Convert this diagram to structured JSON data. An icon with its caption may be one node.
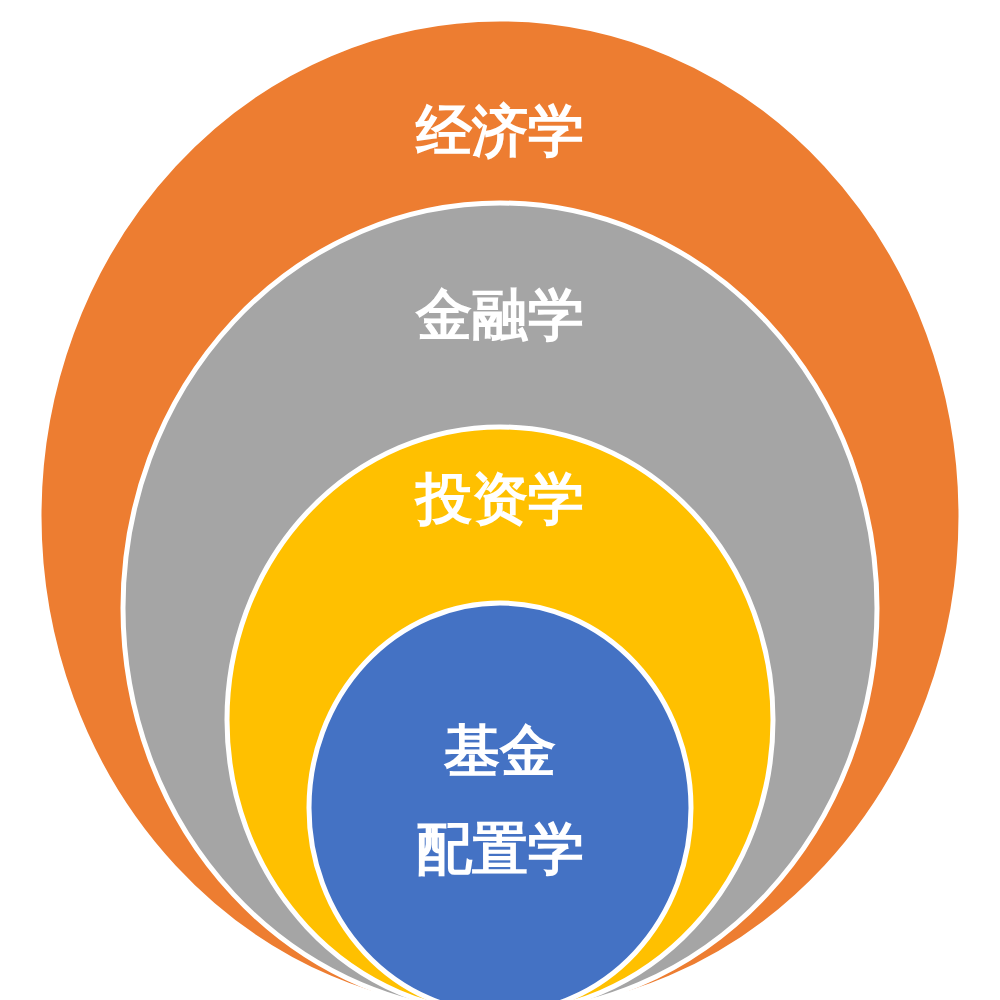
{
  "diagram": {
    "nodes": [
      {
        "text": [
          "经济学"
        ]
      },
      {
        "text": [
          "金融学"
        ],
        "in": 0
      },
      {
        "text": [
          "投资学"
        ],
        "in": 1
      },
      {
        "text": [
          "基金",
          "配置学"
        ],
        "in": 2
      }
    ]
  }
}
